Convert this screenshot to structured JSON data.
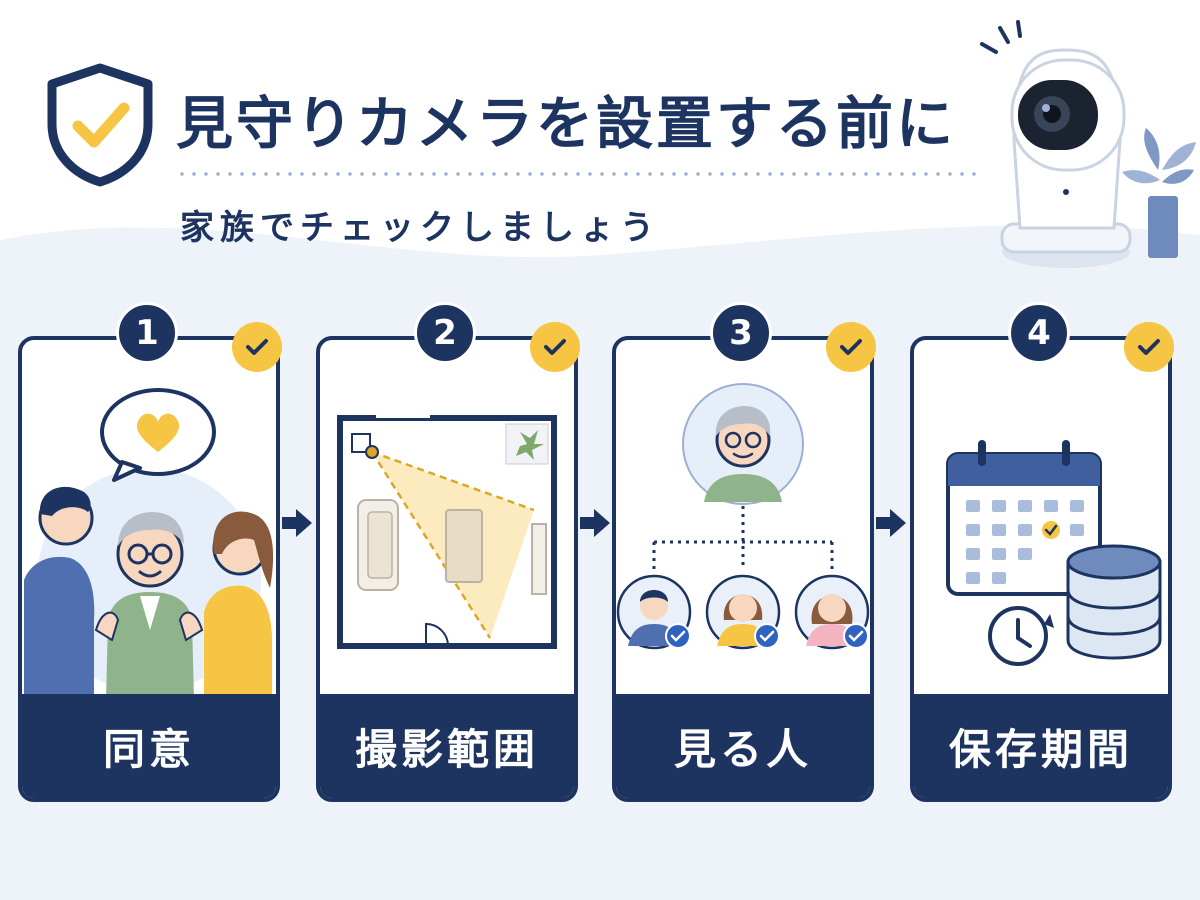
{
  "header": {
    "title": "見守りカメラを設置する前に",
    "subtitle": "家族でチェックしましょう"
  },
  "colors": {
    "navy": "#1d3461",
    "accent_yellow": "#f6c544",
    "light_bg": "#eef3fa"
  },
  "steps": [
    {
      "number": "1",
      "label": "同意",
      "icon": "family-consent-illustration"
    },
    {
      "number": "2",
      "label": "撮影範囲",
      "icon": "room-floorplan-camera-view"
    },
    {
      "number": "3",
      "label": "見る人",
      "icon": "viewer-hierarchy-illustration"
    },
    {
      "number": "4",
      "label": "保存期間",
      "icon": "calendar-storage-clock"
    }
  ]
}
